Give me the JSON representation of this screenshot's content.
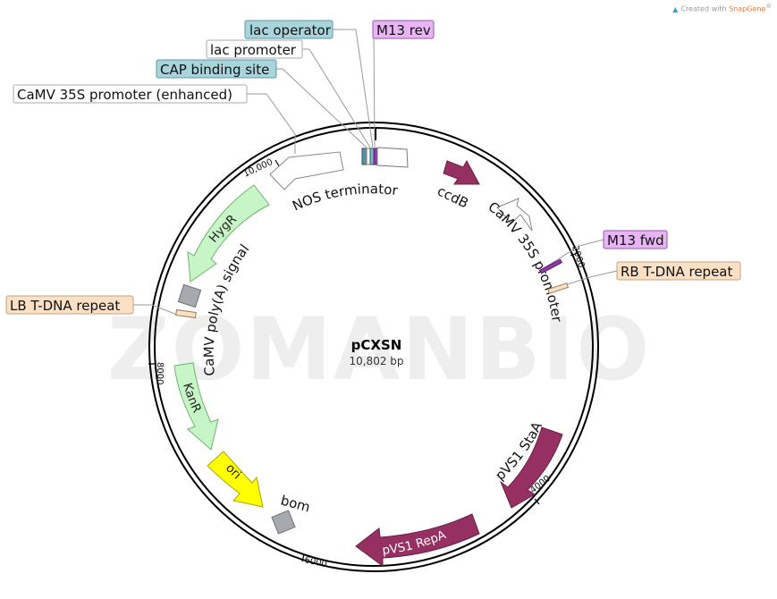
{
  "credit": {
    "prefix": "Created with",
    "brand": "SnapGene",
    "mark": "®"
  },
  "watermark": "ZOMANBIO",
  "plasmid": {
    "name": "pCXSN",
    "size": "10,802 bp"
  },
  "ticks": [
    "2000",
    "4000",
    "6000",
    "8000",
    "10,000"
  ],
  "callouts": [
    {
      "id": "lac-operator",
      "text": "lac operator",
      "fill": "#a8d4dc",
      "stroke": "#5f99a6"
    },
    {
      "id": "m13-rev",
      "text": "M13 rev",
      "fill": "#e8b5f4",
      "stroke": "#9a55ad"
    },
    {
      "id": "lac-promoter",
      "text": "lac promoter",
      "fill": "#ffffff",
      "stroke": "#aaaaaa"
    },
    {
      "id": "cap-binding-site",
      "text": "CAP binding site",
      "fill": "#a8d4dc",
      "stroke": "#5f99a6"
    },
    {
      "id": "camv-35s-enhanced",
      "text": "CaMV 35S promoter (enhanced)",
      "fill": "#ffffff",
      "stroke": "#aaaaaa"
    },
    {
      "id": "m13-fwd",
      "text": "M13 fwd",
      "fill": "#e8b5f4",
      "stroke": "#9a55ad"
    },
    {
      "id": "rb-tdna",
      "text": "RB T-DNA repeat",
      "fill": "#fbe0c6",
      "stroke": "#c9a27c"
    },
    {
      "id": "lb-tdna",
      "text": "LB T-DNA repeat",
      "fill": "#fbe0c6",
      "stroke": "#c9a27c"
    }
  ],
  "arc_labels": {
    "nos_terminator": "NOS terminator",
    "ccdb": "ccdB",
    "camv_35s_promoter": "CaMV 35S promoter",
    "camv_polya": "CaMV poly(A) signal",
    "bom": "bom"
  },
  "features": {
    "hygr": {
      "text": "HygR",
      "fill": "#c8f5c8",
      "stroke": "#6fb36f"
    },
    "kanr": {
      "text": "KanR",
      "fill": "#c8f5c8",
      "stroke": "#6fb36f"
    },
    "ori": {
      "text": "ori",
      "fill": "#ffff00",
      "stroke": "#a8a800"
    },
    "pvs1_staa": {
      "text": "pVS1 StaA",
      "fill": "#963062",
      "stroke": "#6a1f44"
    },
    "pvs1_repa": {
      "text": "pVS1 RepA",
      "fill": "#963062",
      "stroke": "#6a1f44"
    },
    "ccdb_fill": "#963062",
    "promoter_fill": "#ffffff",
    "gray_box_fill": "#a6a9ae"
  }
}
